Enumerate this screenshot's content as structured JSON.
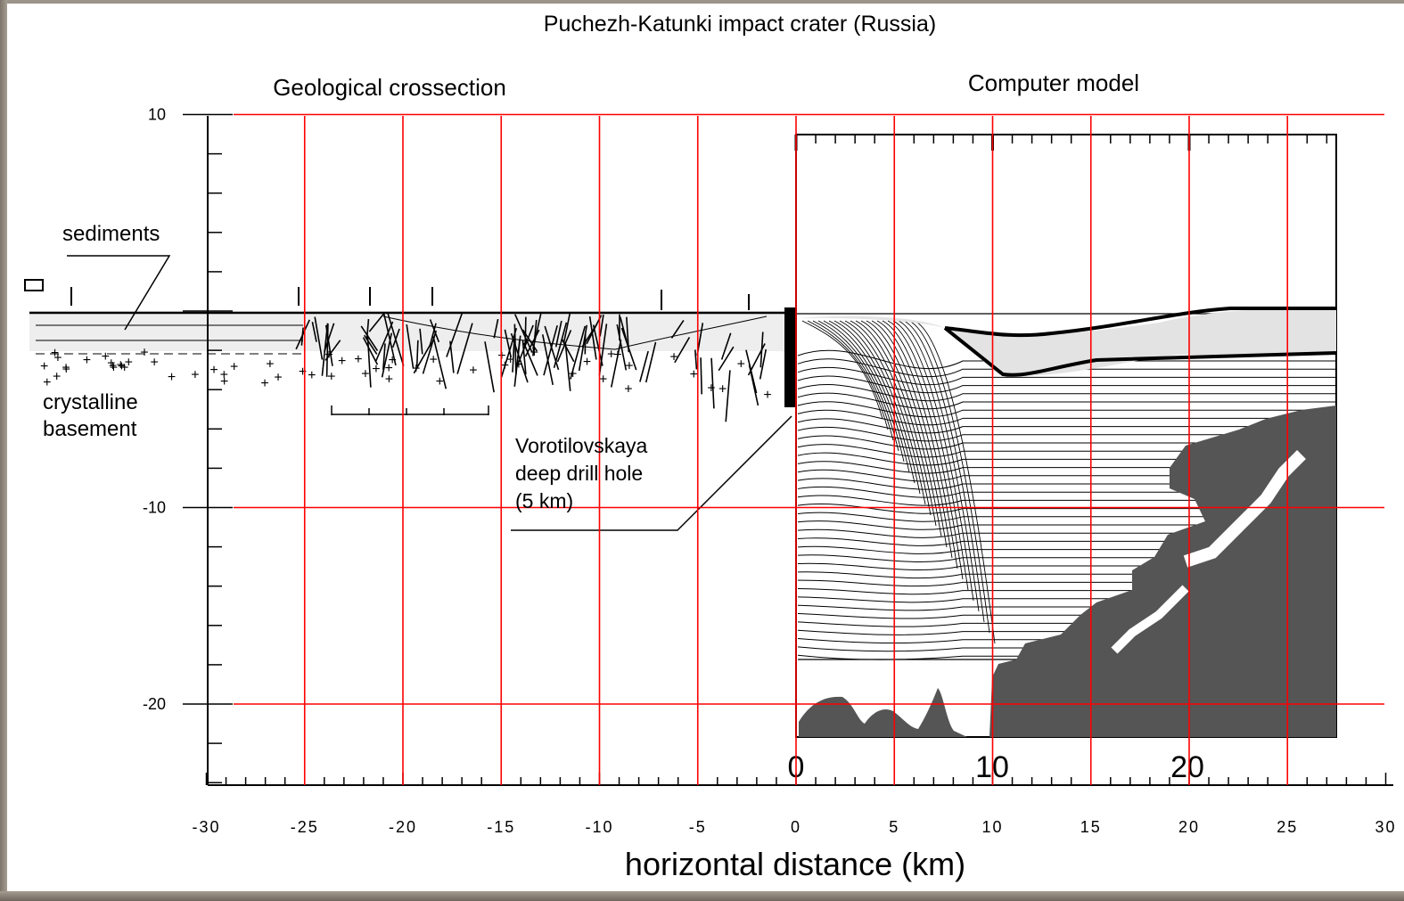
{
  "figure": {
    "title": "Puchezh-Katunki impact crater (Russia)",
    "left_panel_title": "Geological crossection",
    "right_panel_title": "Computer model",
    "xlabel": "horizontal distance (km)",
    "x_ticks": [
      "-30",
      "-25",
      "-20",
      "-15",
      "-10",
      "-5",
      "0",
      "5",
      "10",
      "15",
      "20",
      "25",
      "30"
    ],
    "y_ticks": [
      "10",
      "-10",
      "-20"
    ],
    "model_x_ticks": [
      "0",
      "10",
      "20"
    ],
    "labels": {
      "sediments": "sediments",
      "basement_line1": "crystalline",
      "basement_line2": "basement",
      "drill_line1": "Vorotilovskaya",
      "drill_line2": "deep drill hole",
      "drill_line3": "(5 km)"
    },
    "colors": {
      "grid": "#ff0000",
      "model_fill": "#555555",
      "background": "#ffffff",
      "frame": "#8c8478"
    }
  }
}
